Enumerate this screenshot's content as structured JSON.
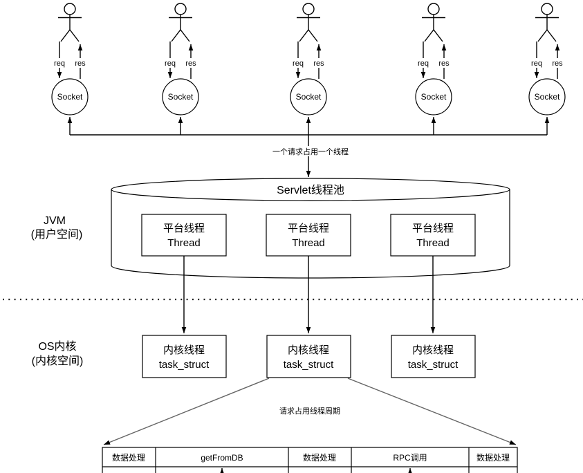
{
  "colors": {
    "line": "#000000",
    "connector_gray": "#666666",
    "background": "#ffffff"
  },
  "actors": [
    {
      "req": "req",
      "res": "res",
      "socket": "Socket"
    },
    {
      "req": "req",
      "res": "res",
      "socket": "Socket"
    },
    {
      "req": "req",
      "res": "res",
      "socket": "Socket"
    },
    {
      "req": "req",
      "res": "res",
      "socket": "Socket"
    },
    {
      "req": "req",
      "res": "res",
      "socket": "Socket"
    }
  ],
  "annotations": {
    "one_request_one_thread": "一个请求占用一个线程",
    "thread_cycle": "请求占用线程周期"
  },
  "pool": {
    "title": "Servlet线程池"
  },
  "platform_threads": [
    {
      "line1": "平台线程",
      "line2": "Thread"
    },
    {
      "line1": "平台线程",
      "line2": "Thread"
    },
    {
      "line1": "平台线程",
      "line2": "Thread"
    }
  ],
  "kernel_threads": [
    {
      "line1": "内核线程",
      "line2": "task_struct"
    },
    {
      "line1": "内核线程",
      "line2": "task_struct"
    },
    {
      "line1": "内核线程",
      "line2": "task_struct"
    }
  ],
  "regions": {
    "jvm_title": "JVM",
    "jvm_subtitle": "(用户空间)",
    "os_title": "OS内核",
    "os_subtitle": "(内核空间)"
  },
  "timeline": {
    "cells": [
      {
        "label": "数据处理"
      },
      {
        "label": "getFromDB"
      },
      {
        "label": "数据处理"
      },
      {
        "label": "RPC调用"
      },
      {
        "label": "数据处理"
      }
    ]
  }
}
